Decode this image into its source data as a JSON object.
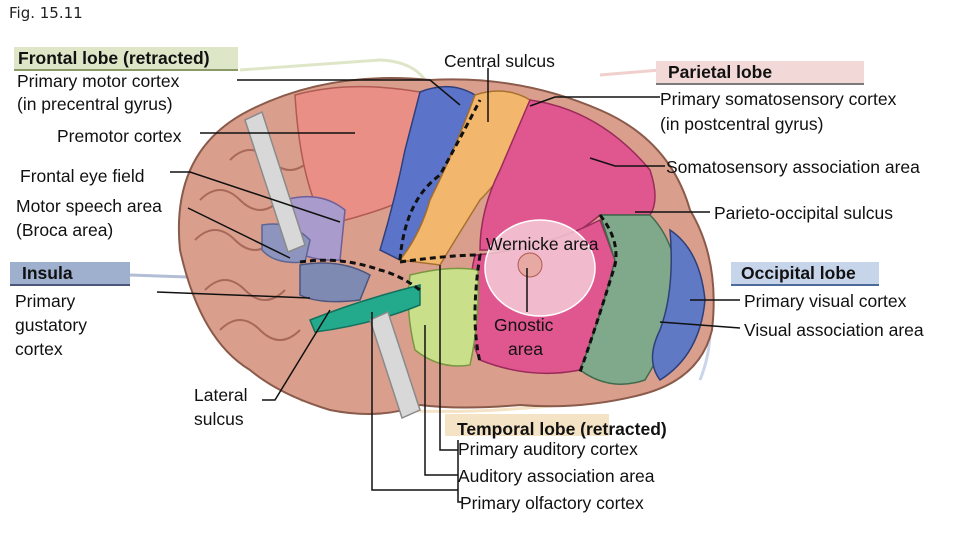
{
  "figure_label": "Fig. 15.11",
  "colors": {
    "frontal_header": "#dde7c8",
    "parietal_header": "#f2d8d6",
    "insula_header": "#9fb0cf",
    "occipital_header": "#c7d5ea",
    "temporal_header": "#f5e3c6",
    "primary_motor": "#5b74c9",
    "premotor": "#e98f86",
    "somatosensory": "#f2b76c",
    "parietal_assoc": "#e0568f",
    "occipital_assoc": "#7fa98a",
    "visual_primary": "#5f79c4",
    "auditory_primary": "#c9df8a",
    "olfactory": "#23a98c",
    "frontal_gyri": "#d99f8c"
  },
  "labels": {
    "frontal_lobe": "Frontal lobe (retracted)",
    "primary_motor_cortex": "Primary motor cortex",
    "in_precentral_gyrus": "(in precentral gyrus)",
    "premotor_cortex": "Premotor cortex",
    "frontal_eye_field": "Frontal eye field",
    "motor_speech_area": "Motor speech area",
    "broca_area": "(Broca area)",
    "insula": "Insula",
    "primary": "Primary",
    "gustatory": "gustatory",
    "cortex": "cortex",
    "lateral": "Lateral",
    "sulcus": "sulcus",
    "central_sulcus": "Central sulcus",
    "parietal_lobe": "Parietal lobe",
    "primary_somatosensory_cortex": "Primary somatosensory cortex",
    "in_postcentral_gyrus": "(in postcentral gyrus)",
    "somatosensory_association_area": "Somatosensory association area",
    "parieto_occipital_sulcus": "Parieto-occipital sulcus",
    "wernicke_area": "Wernicke area",
    "gnostic": "Gnostic",
    "area": "area",
    "occipital_lobe": "Occipital lobe",
    "primary_visual_cortex": "Primary visual cortex",
    "visual_association_area": "Visual association area",
    "temporal_lobe": "Temporal lobe (retracted)",
    "primary_auditory_cortex": "Primary auditory cortex",
    "auditory_association_area": "Auditory association area",
    "primary_olfactory_cortex": "Primary olfactory cortex"
  }
}
